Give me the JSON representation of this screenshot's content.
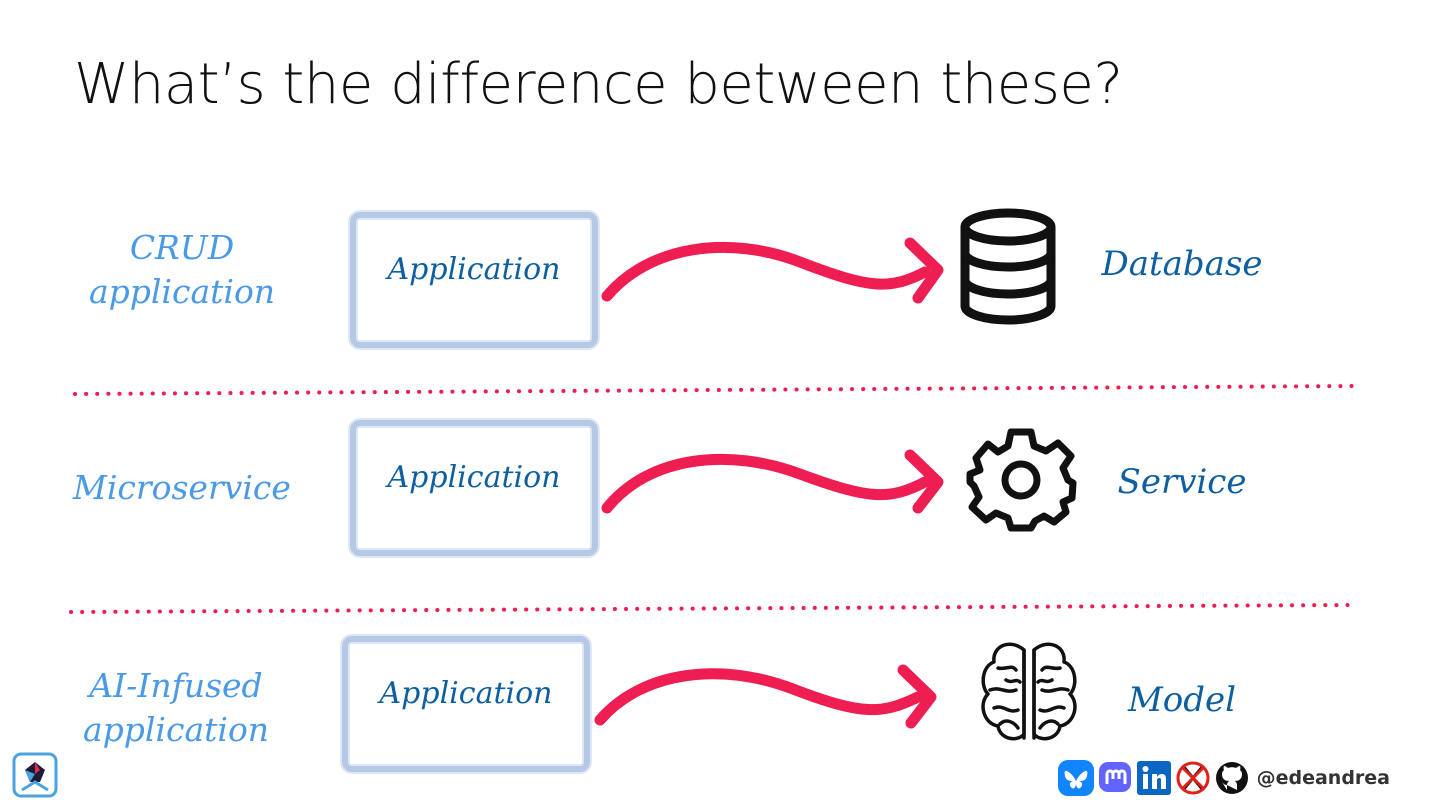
{
  "title": "What’s the difference between these?",
  "rows": [
    {
      "label_line1": "CRUD",
      "label_line2": "application",
      "app": "Application",
      "target": "Database",
      "target_icon": "database-icon"
    },
    {
      "label_line1": "Microservice",
      "label_line2": "",
      "app": "Application",
      "target": "Service",
      "target_icon": "gear-icon"
    },
    {
      "label_line1": "AI-Infused",
      "label_line2": "application",
      "app": "Application",
      "target": "Model",
      "target_icon": "brain-icon"
    }
  ],
  "colors": {
    "arrow": "#ee1d52",
    "label": "#4a9ae8",
    "text": "#0d5fa0",
    "box": "#b5c9e6"
  },
  "footer": {
    "icons": [
      "bluesky-icon",
      "mastodon-icon",
      "linkedin-icon",
      "x-icon",
      "github-icon"
    ],
    "handle": "@edeandrea"
  }
}
